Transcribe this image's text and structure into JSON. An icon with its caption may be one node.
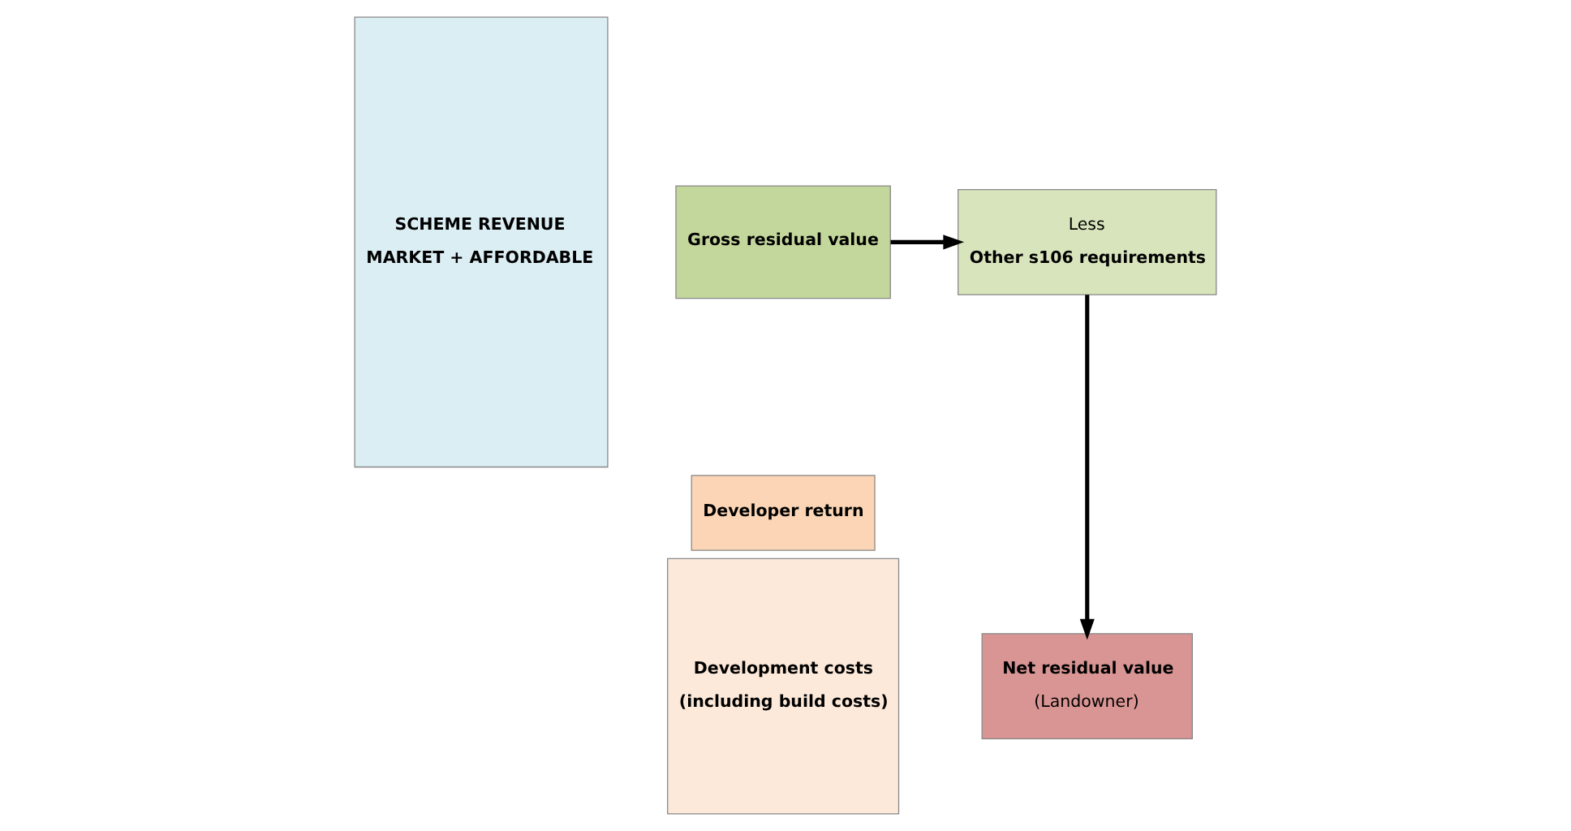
{
  "diagram": {
    "nodes": [
      {
        "text": [
          "SCHEME REVENUE",
          "MARKET + AFFORDABLE"
        ]
      },
      {
        "text": [
          "Gross residual value"
        ]
      },
      {
        "text": [
          "Developer return"
        ]
      },
      {
        "text": [
          "Development costs",
          "(including build costs)"
        ]
      },
      {
        "text": [
          "Less",
          "Other s106 requirements"
        ]
      },
      {
        "text": [
          "Net residual value",
          "(Landowner)"
        ]
      }
    ],
    "edges": [
      {
        "from": 1,
        "to": 4,
        "arrow": "to"
      },
      {
        "from": 4,
        "to": 5,
        "arrow": "to"
      }
    ]
  }
}
